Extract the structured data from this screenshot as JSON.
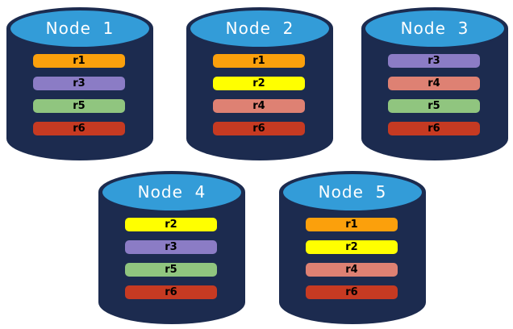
{
  "colors": {
    "background": "#FFFFFF",
    "cylinder_body": "#1C2B4F",
    "cylinder_top": "#339CD8",
    "node_label_color": "#FFFFFF",
    "bar_label_color": "#000000"
  },
  "replica_colors": {
    "r1": "#FBA00C",
    "r2": "#FFFF00",
    "r3": "#8B7CC5",
    "r4": "#DE8173",
    "r5": "#90C57F",
    "r6": "#C63A22"
  },
  "nodes": [
    {
      "label": "Node  1",
      "replicas": [
        "r1",
        "r3",
        "r5",
        "r6"
      ]
    },
    {
      "label": "Node  2",
      "replicas": [
        "r1",
        "r2",
        "r4",
        "r6"
      ]
    },
    {
      "label": "Node  3",
      "replicas": [
        "r3",
        "r4",
        "r5",
        "r6"
      ]
    },
    {
      "label": "Node  4",
      "replicas": [
        "r2",
        "r3",
        "r5",
        "r6"
      ]
    },
    {
      "label": "Node  5",
      "replicas": [
        "r1",
        "r2",
        "r4",
        "r6"
      ]
    }
  ]
}
